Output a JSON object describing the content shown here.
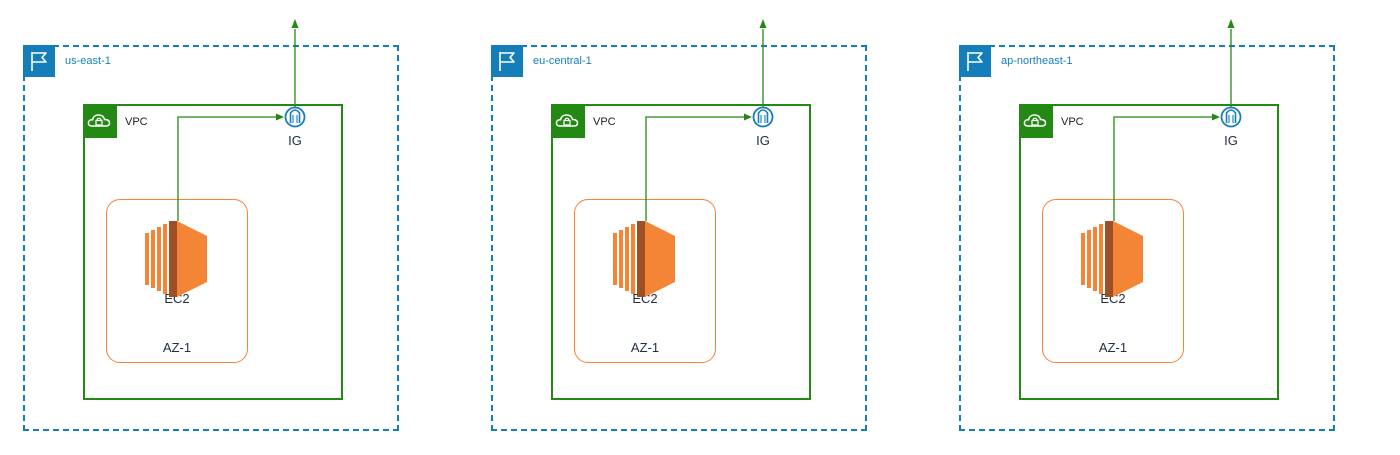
{
  "diagram": {
    "colors": {
      "region": "#147eba",
      "vpc": "#248814",
      "az": "#f58536",
      "ec2": "#f58536",
      "ec2_dark": "#9d5025",
      "ig": "#147eba",
      "text": "#232f3e"
    },
    "icons": {
      "region_badge": "flag-icon",
      "vpc_badge": "cloud-lock-icon",
      "ec2": "ec2-instance-icon",
      "ig": "internet-gateway-icon"
    },
    "regions": [
      {
        "label": "us-east-1",
        "vpc_label": "VPC",
        "az_label": "AZ-1",
        "ec2_label": "EC2",
        "ig_label": "IG"
      },
      {
        "label": "eu-central-1",
        "vpc_label": "VPC",
        "az_label": "AZ-1",
        "ec2_label": "EC2",
        "ig_label": "IG"
      },
      {
        "label": "ap-northeast-1",
        "vpc_label": "VPC",
        "az_label": "AZ-1",
        "ec2_label": "EC2",
        "ig_label": "IG"
      }
    ]
  }
}
